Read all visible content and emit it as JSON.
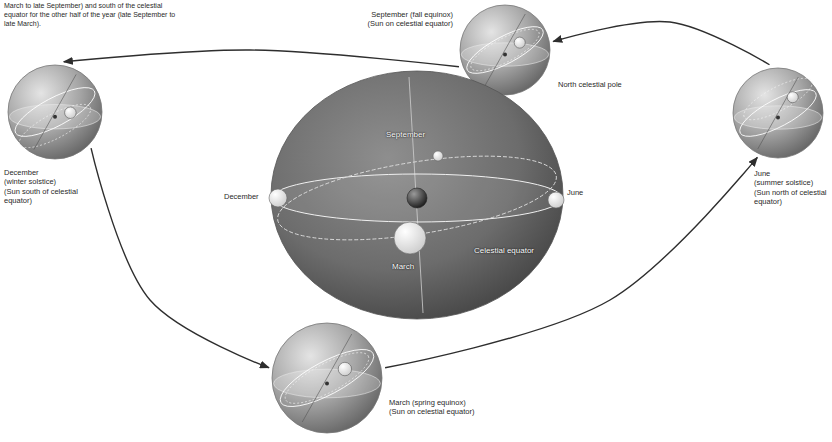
{
  "diagram": {
    "caption": "March to late September) and south of the celestial equator for the other half of the year (late September to late March).",
    "nodes": [
      {
        "text": [
          "September (fall equinox)",
          "(Sun on celestial equator)"
        ]
      },
      {
        "text": [
          "December",
          "(winter solstice)",
          "(Sun south of celestial equator)"
        ]
      },
      {
        "text": [
          "September",
          "December",
          "June",
          "March",
          "Celestial equator"
        ]
      },
      {
        "text": [
          "June",
          "(summer solstice)",
          "(Sun north of celestial equator)"
        ]
      },
      {
        "text": [
          "March (spring equinox)",
          "(Sun on celestial equator)"
        ]
      }
    ],
    "edges": [
      {
        "from": 0,
        "to": 1,
        "arrow": "to"
      },
      {
        "from": 1,
        "to": 4,
        "arrow": "to"
      },
      {
        "from": 4,
        "to": 3,
        "arrow": "to"
      },
      {
        "from": 3,
        "to": 0,
        "arrow": "to"
      }
    ],
    "labels": [
      "North celestial pole"
    ]
  }
}
